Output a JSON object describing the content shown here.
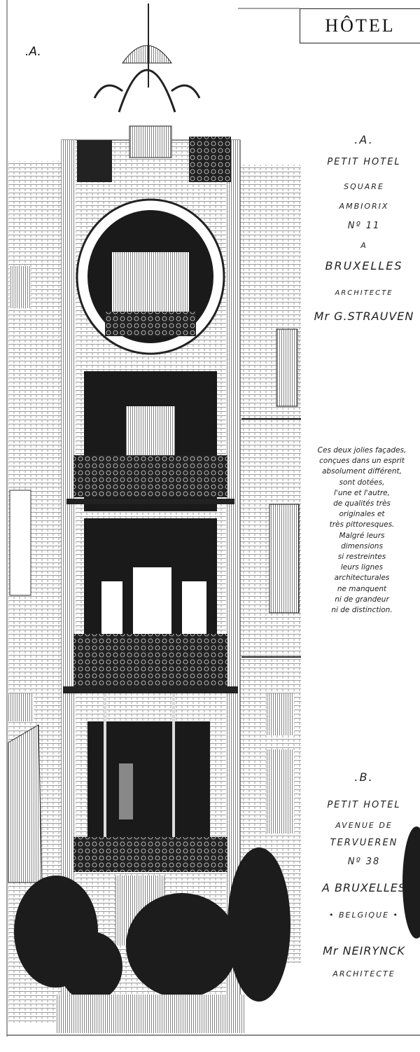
{
  "header": {
    "title": "HÔTEL",
    "plate_letter": ".A."
  },
  "section_a": {
    "letter": ".A.",
    "lines": [
      "PETIT HOTEL",
      "SQUARE",
      "AMBIORIX",
      "Nº 11",
      "A",
      "BRUXELLES",
      "ARCHITECTE",
      "Mr G.STRAUVEN"
    ]
  },
  "description": {
    "lines": [
      "Ces deux jolies façades,",
      "conçues dans un esprit",
      "absolument différent,",
      "sont dotées,",
      "l'une et l'autre,",
      "de qualités très",
      "originales et",
      "très pittoresques.",
      "Malgré leurs",
      "dimensions",
      "si restreintes",
      "leurs lignes",
      "architecturales",
      "ne manquent",
      "ni de grandeur",
      "ni de distinction."
    ]
  },
  "section_b": {
    "letter": ".B.",
    "lines": [
      "PETIT HOTEL",
      "AVENUE DE",
      "TERVUEREN",
      "Nº 38",
      "A BRUXELLES",
      "• BELGIQUE •",
      "Mr NEIRYNCK",
      "ARCHITECTE"
    ]
  },
  "colors": {
    "ink": "#111111",
    "paper": "#ffffff",
    "hatch": "#555555"
  }
}
